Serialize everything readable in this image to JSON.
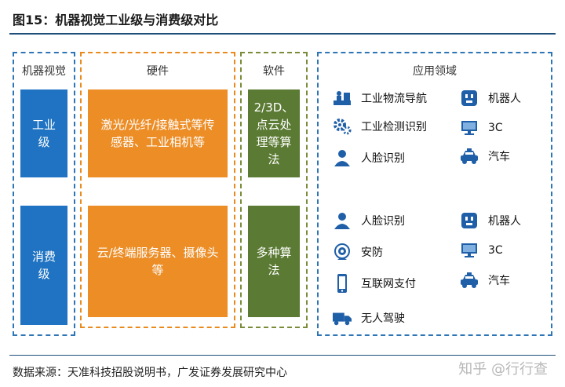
{
  "figure": {
    "title": "图15：机器视觉工业级与消费级对比",
    "source": "数据来源：天准科技招股说明书，广发证券发展研究中心",
    "watermark": "知乎 @行行查"
  },
  "columns": {
    "vision": "机器视觉",
    "hardware": "硬件",
    "software": "软件",
    "applications": "应用领域"
  },
  "industrial": {
    "vision": "工业级",
    "hardware": "激光/光纤/接触式等传感器、工业相机等",
    "software": "2/3D、点云处理等算法",
    "apps": [
      {
        "label": "工业物流导航",
        "icon": "warehouse-worker-icon"
      },
      {
        "label": "工业检测识别",
        "icon": "gears-icon"
      },
      {
        "label": "人脸识别",
        "icon": "person-icon"
      },
      {
        "label": "机器人",
        "icon": "robot-icon"
      },
      {
        "label": "3C",
        "icon": "monitor-icon"
      },
      {
        "label": "汽车",
        "icon": "taxi-icon"
      }
    ]
  },
  "consumer": {
    "vision": "消费级",
    "hardware": "云/终端服务器、摄像头等",
    "software": "多种算法",
    "apps": [
      {
        "label": "人脸识别",
        "icon": "person-icon"
      },
      {
        "label": "安防",
        "icon": "security-camera-icon"
      },
      {
        "label": "互联网支付",
        "icon": "smartphone-icon"
      },
      {
        "label": "无人驾驶",
        "icon": "truck-icon"
      },
      {
        "label": "机器人",
        "icon": "robot-icon"
      },
      {
        "label": "3C",
        "icon": "monitor-icon"
      },
      {
        "label": "汽车",
        "icon": "taxi-icon"
      }
    ]
  },
  "colors": {
    "blue": "#1f73c2",
    "orange": "#ec8d26",
    "green": "#5b7a33",
    "icon": "#1f5fa8"
  }
}
